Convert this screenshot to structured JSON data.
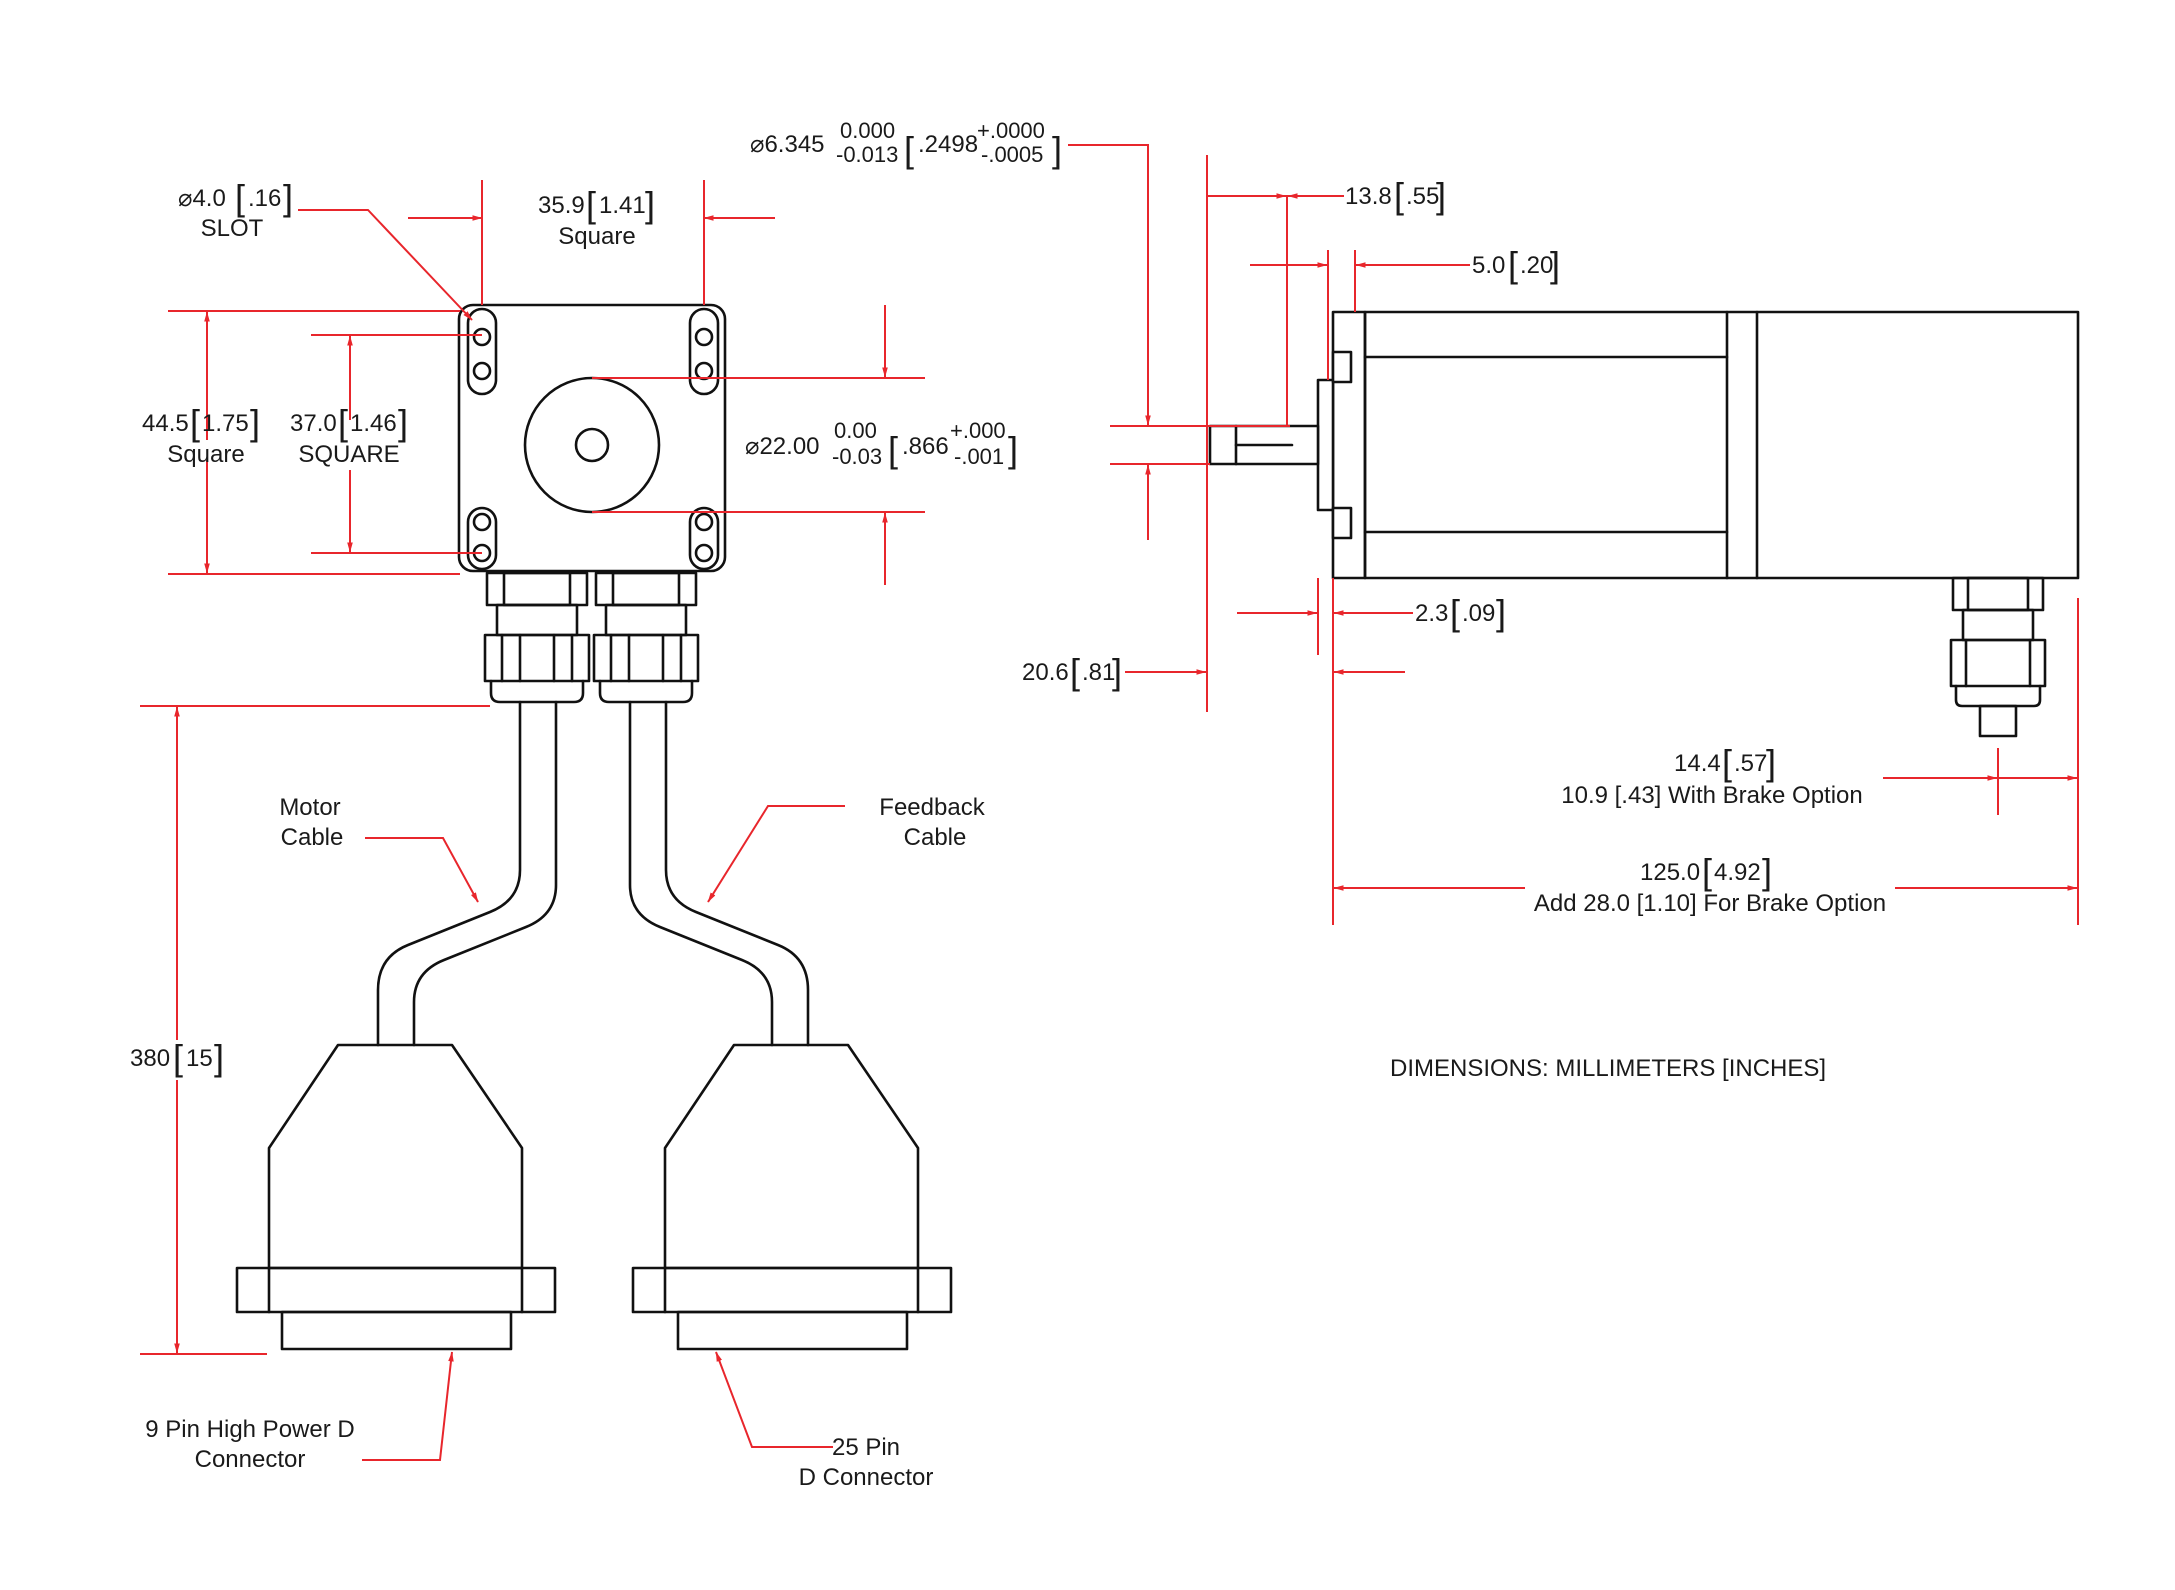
{
  "colors": {
    "outline": "#111111",
    "dimension": "#e8262c",
    "background": "#ffffff"
  },
  "front": {
    "slot_dia": "4.0",
    "slot_dia_in": ".16",
    "slot_label": "SLOT",
    "bolt_sq": "35.9",
    "bolt_sq_in": "1.41",
    "bolt_sq_label": "Square",
    "body_sq": "44.5",
    "body_sq_in": "1.75",
    "body_sq_label": "Square",
    "pilot_sq": "37.0",
    "pilot_sq_in": "1.46",
    "pilot_sq_label": "SQUARE",
    "pilot_dia": "22.00",
    "pilot_tol_up": "0.00",
    "pilot_tol_dn": "-0.03",
    "pilot_in": ".866",
    "pilot_in_up": "+.000",
    "pilot_in_dn": "-.001"
  },
  "shaft": {
    "dia": "6.345",
    "tol_up": "0.000",
    "tol_dn": "-0.013",
    "in": ".2498",
    "in_up": "+.0000",
    "in_dn": "-.0005"
  },
  "side": {
    "shaft_len": "13.8",
    "shaft_len_in": ".55",
    "boss_len": "5.0",
    "boss_len_in": ".20",
    "flange": "2.3",
    "flange_in": ".09",
    "front_len": "20.6",
    "front_len_in": ".81",
    "conn_off": "14.4",
    "conn_off_in": ".57",
    "conn_brake_note": "10.9 [.43] With Brake Option",
    "body_len": "125.0",
    "body_len_in": "4.92",
    "body_brake_note": "Add 28.0 [1.10] For Brake Option"
  },
  "cables": {
    "length": "380",
    "length_in": "15",
    "motor_line1": "Motor",
    "motor_line2": "Cable",
    "feedback_line1": "Feedback",
    "feedback_line2": "Cable",
    "conn9_line1": "9 Pin High Power D",
    "conn9_line2": "Connector",
    "conn25_line1": "25 Pin",
    "conn25_line2": "D Connector"
  },
  "units_note": "DIMENSIONS:  MILLIMETERS [INCHES]"
}
